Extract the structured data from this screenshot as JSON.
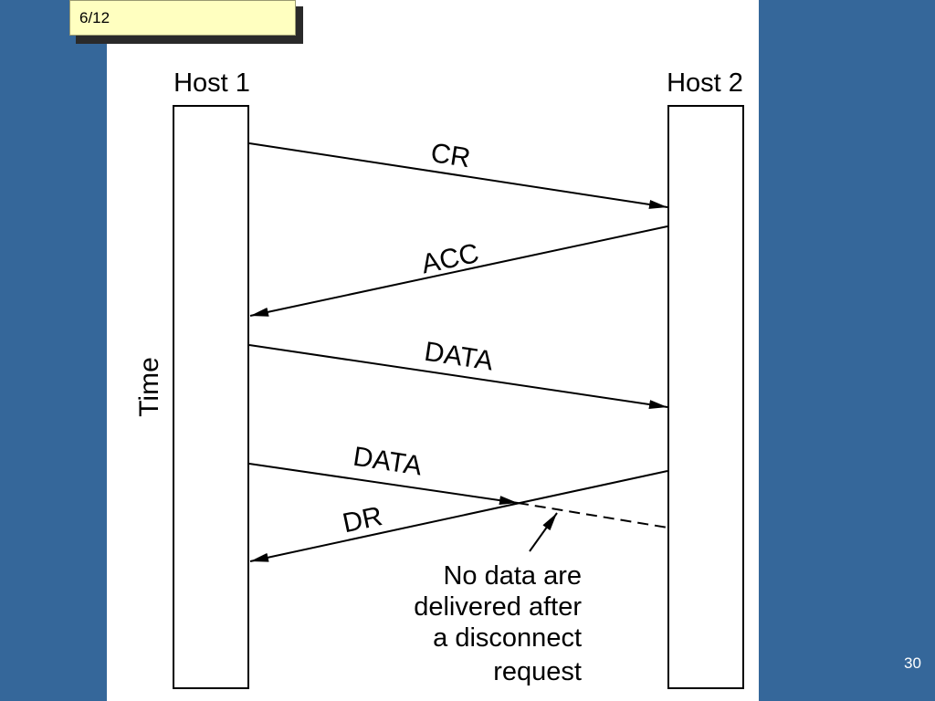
{
  "slide": {
    "tag": "6/12",
    "page_number": "30"
  },
  "diagram": {
    "host1_label": "Host 1",
    "host2_label": "Host 2",
    "time_label": "Time",
    "messages": {
      "cr": "CR",
      "acc": "ACC",
      "data1": "DATA",
      "data2": "DATA",
      "dr": "DR"
    },
    "note": {
      "line1": "No data are",
      "line2": "delivered after",
      "line3": "a disconnect",
      "line4": "request"
    }
  }
}
